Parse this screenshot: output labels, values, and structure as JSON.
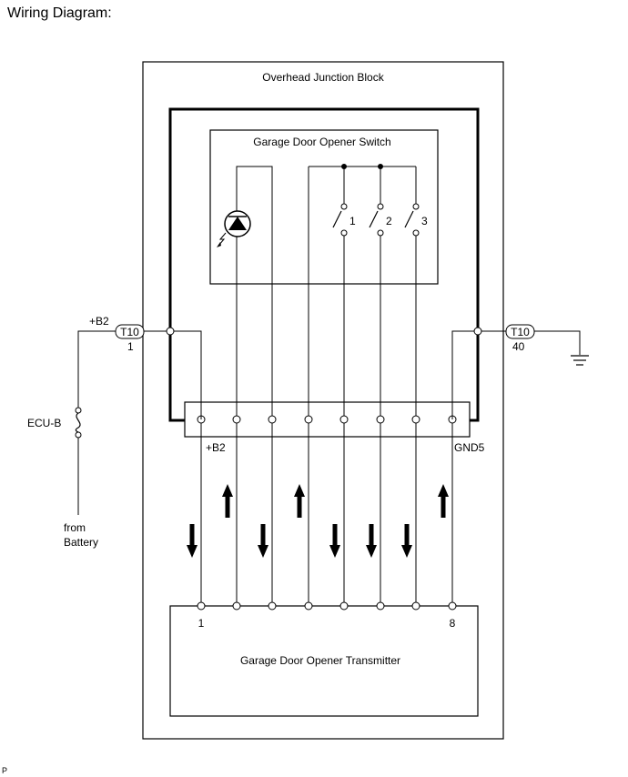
{
  "page": {
    "title": "Wiring Diagram:",
    "footer_mark": "P"
  },
  "junction_block": {
    "title": "Overhead Junction Block"
  },
  "switch_box": {
    "title": "Garage Door Opener Switch",
    "switches": [
      "1",
      "2",
      "3"
    ]
  },
  "transmitter": {
    "title": "Garage Door Opener Transmitter",
    "pin_left": "1",
    "pin_right": "8"
  },
  "connector_labels": {
    "b2_pin": "+B2",
    "gnd_pin": "GND5"
  },
  "left_circuit": {
    "wire_label": "+B2",
    "connector": "T10",
    "connector_pin": "1",
    "fuse": "ECU-B",
    "source_line1": "from",
    "source_line2": "Battery"
  },
  "right_circuit": {
    "connector": "T10",
    "connector_pin": "40"
  },
  "signal_arrows": [
    "down",
    "up",
    "down",
    "up",
    "down",
    "down",
    "down",
    "up"
  ]
}
